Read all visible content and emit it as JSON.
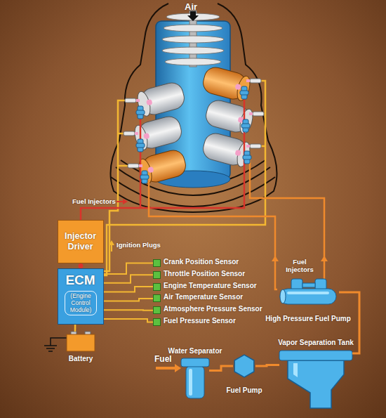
{
  "diagram": {
    "nodes": [
      {
        "text": [
          "Injector Driver"
        ]
      },
      {
        "text": [
          "ECM",
          "(Engine Control Module)"
        ]
      },
      {
        "text": [
          "Crank Position Sensor"
        ]
      },
      {
        "text": [
          "Throttle Position Sensor"
        ]
      },
      {
        "text": [
          "Engine Temperature Sensor"
        ]
      },
      {
        "text": [
          "Air Temperature Sensor"
        ]
      },
      {
        "text": [
          "Atmosphere Pressure Sensor"
        ]
      },
      {
        "text": [
          "Fuel Pressure Sensor"
        ]
      },
      {
        "text": [
          "High Pressure Fuel Pump"
        ]
      },
      {
        "text": [
          "Battery"
        ]
      },
      {
        "text": [
          "Water Separator"
        ]
      },
      {
        "text": [
          "Fuel Pump"
        ]
      },
      {
        "text": [
          "Vapor Separation Tank"
        ]
      }
    ],
    "edges": [
      {
        "from": 0,
        "to": 1,
        "arrow": "none"
      },
      {
        "from": 1,
        "to": 2,
        "arrow": "none"
      },
      {
        "from": 1,
        "to": 3,
        "arrow": "none"
      },
      {
        "from": 1,
        "to": 4,
        "arrow": "none"
      },
      {
        "from": 1,
        "to": 5,
        "arrow": "none"
      },
      {
        "from": 1,
        "to": 6,
        "arrow": "none"
      },
      {
        "from": 1,
        "to": 7,
        "arrow": "none"
      },
      {
        "from": 9,
        "to": 1,
        "arrow": "none"
      },
      {
        "from": 10,
        "to": 11,
        "arrow": "none"
      },
      {
        "from": 11,
        "to": 12,
        "arrow": "none"
      },
      {
        "from": 12,
        "to": 8,
        "arrow": "none"
      }
    ],
    "labels": [
      "Air",
      "Fuel Injectors",
      "Ignition Plugs",
      "Fuel Injectors",
      "Fuel"
    ]
  }
}
